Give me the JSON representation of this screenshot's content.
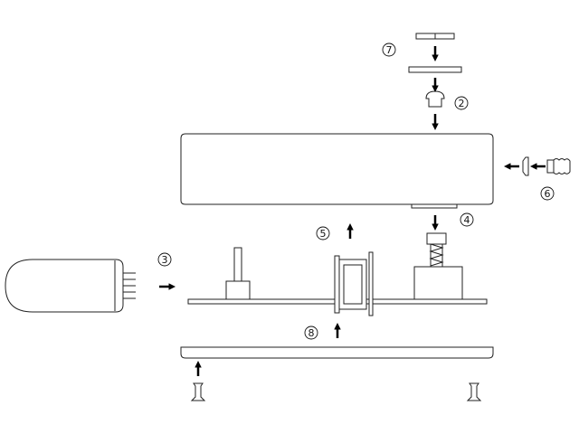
{
  "callouts": [
    {
      "id": "step-7",
      "label": "7"
    },
    {
      "id": "step-2",
      "label": "2"
    },
    {
      "id": "step-6",
      "label": "6"
    },
    {
      "id": "step-4",
      "label": "4"
    },
    {
      "id": "step-5",
      "label": "5"
    },
    {
      "id": "step-3",
      "label": "3"
    },
    {
      "id": "step-8",
      "label": "8"
    }
  ],
  "colors": {
    "stroke": "#222222",
    "fill": "#ffffff",
    "arrow": "#000000"
  }
}
